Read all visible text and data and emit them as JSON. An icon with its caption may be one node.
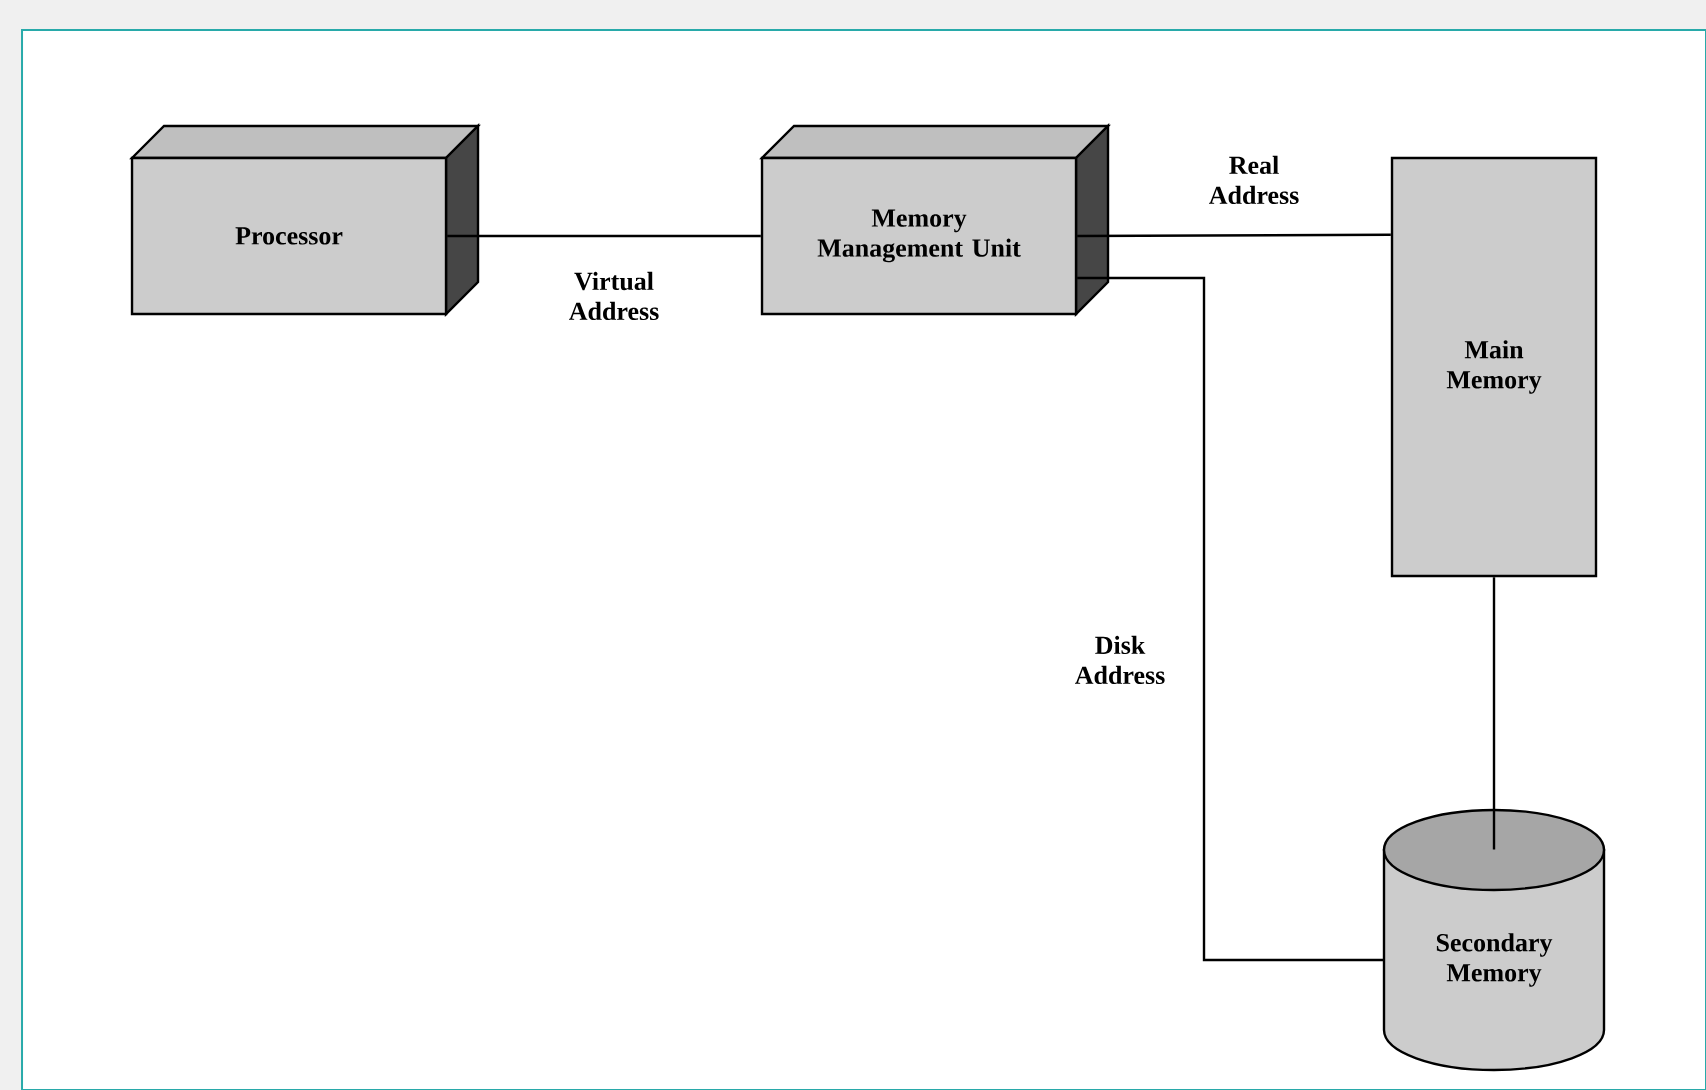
{
  "diagram": {
    "nodes": [
      {
        "text": [
          "Processor"
        ]
      },
      {
        "text": [
          "Memory Management Unit"
        ]
      },
      {
        "text": [
          "Main Memory"
        ]
      },
      {
        "text": [
          "Secondary Memory"
        ]
      }
    ],
    "edges": [
      {
        "from": 0,
        "to": 1,
        "arrow": "none",
        "label": "Virtual Address"
      },
      {
        "from": 1,
        "to": 2,
        "arrow": "none",
        "label": "Real Address"
      },
      {
        "from": 1,
        "to": 3,
        "arrow": "none",
        "label": "Disk Address"
      },
      {
        "from": 2,
        "to": 3,
        "arrow": "none"
      }
    ]
  }
}
